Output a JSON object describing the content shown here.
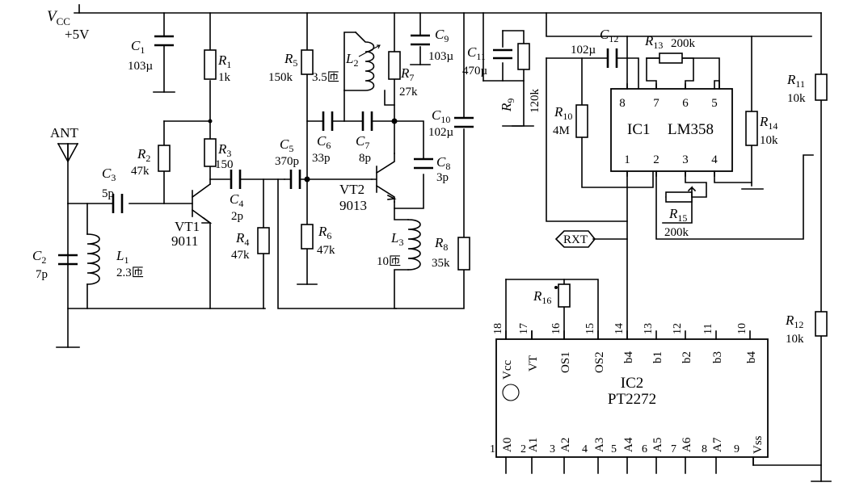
{
  "supply": {
    "vcc_label": "V",
    "vcc_sub": "CC",
    "voltage": "+5V"
  },
  "antenna": {
    "label": "ANT"
  },
  "components": {
    "C1": {
      "ref": "C",
      "sub": "1",
      "value": "103µ"
    },
    "C2": {
      "ref": "C",
      "sub": "2",
      "value": "7p"
    },
    "C3": {
      "ref": "C",
      "sub": "3",
      "value": "5p"
    },
    "C4": {
      "ref": "C",
      "sub": "4",
      "value": "2p"
    },
    "C5": {
      "ref": "C",
      "sub": "5",
      "value": "370p"
    },
    "C6": {
      "ref": "C",
      "sub": "6",
      "value": "33p"
    },
    "C7": {
      "ref": "C",
      "sub": "7",
      "value": "8p"
    },
    "C8": {
      "ref": "C",
      "sub": "8",
      "value": "3p"
    },
    "C9": {
      "ref": "C",
      "sub": "9",
      "value": "103µ"
    },
    "C10": {
      "ref": "C",
      "sub": "10",
      "value": "102µ"
    },
    "C11": {
      "ref": "C",
      "sub": "11",
      "value": "470µ"
    },
    "C12": {
      "ref": "C",
      "sub": "12",
      "value": "102µ"
    },
    "R1": {
      "ref": "R",
      "sub": "1",
      "value": "1k"
    },
    "R2": {
      "ref": "R",
      "sub": "2",
      "value": "47k"
    },
    "R3": {
      "ref": "R",
      "sub": "3",
      "value": "150"
    },
    "R4": {
      "ref": "R",
      "sub": "4",
      "value": "47k"
    },
    "R5": {
      "ref": "R",
      "sub": "5",
      "value": "150k"
    },
    "R6": {
      "ref": "R",
      "sub": "6",
      "value": "47k"
    },
    "R7": {
      "ref": "R",
      "sub": "7",
      "value": "27k"
    },
    "R8": {
      "ref": "R",
      "sub": "8",
      "value": "35k"
    },
    "R9": {
      "ref": "R",
      "sub": "9",
      "value": "120k"
    },
    "R10": {
      "ref": "R",
      "sub": "10",
      "value": "4M"
    },
    "R11": {
      "ref": "R",
      "sub": "11",
      "value": "10k"
    },
    "R12": {
      "ref": "R",
      "sub": "12",
      "value": "10k"
    },
    "R13": {
      "ref": "R",
      "sub": "13",
      "value": "200k"
    },
    "R14": {
      "ref": "R",
      "sub": "14",
      "value": "10k"
    },
    "R15": {
      "ref": "R",
      "sub": "15",
      "value": "200k"
    },
    "R16": {
      "ref": "R",
      "sub": "16",
      "value": ""
    },
    "L1": {
      "ref": "L",
      "sub": "1",
      "value": "2.3匝"
    },
    "L2": {
      "ref": "L",
      "sub": "2",
      "value": "3.5匝"
    },
    "L3": {
      "ref": "L",
      "sub": "3",
      "value": "10匝"
    },
    "VT1": {
      "ref": "VT1",
      "type": "9011"
    },
    "VT2": {
      "ref": "VT2",
      "type": "9013"
    }
  },
  "ic1": {
    "name": "IC1",
    "part": "LM358",
    "pins_top": [
      "8",
      "7",
      "6",
      "5"
    ],
    "pins_bottom": [
      "1",
      "2",
      "3",
      "4"
    ]
  },
  "ic2": {
    "name": "IC2",
    "part": "PT2272",
    "top_pin_numbers": [
      "18",
      "17",
      "16",
      "15",
      "14",
      "13",
      "12",
      "11",
      "10"
    ],
    "top_pin_names": [
      "Vcc",
      "VT",
      "OS1",
      "OS2",
      "b4",
      "b1",
      "b2",
      "b3",
      "b4"
    ],
    "bottom_pin_numbers": [
      "1",
      "2",
      "3",
      "4",
      "5",
      "6",
      "7",
      "8",
      "9"
    ],
    "bottom_pin_names": [
      "A0",
      "A1",
      "A2",
      "A3",
      "A4",
      "A5",
      "A6",
      "A7",
      "Vss"
    ]
  },
  "net_labels": {
    "rxt": "RXT"
  }
}
